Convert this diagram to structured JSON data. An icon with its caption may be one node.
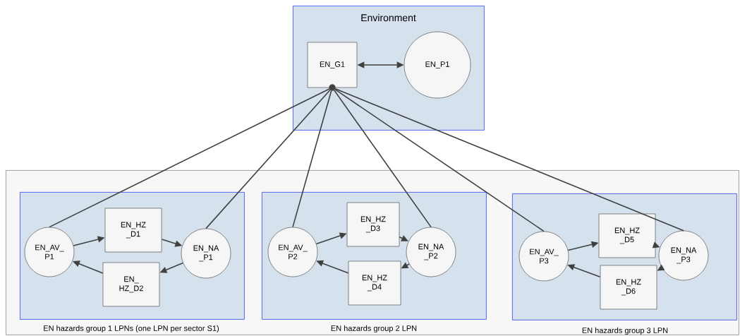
{
  "diagram": {
    "nodes": [
      {
        "text": [
          "Environment"
        ]
      },
      {
        "text": [
          "EN_G1"
        ],
        "in": 0
      },
      {
        "text": [
          "EN_P1"
        ],
        "in": 0
      },
      {
        "text": [],
        "shape": "box"
      },
      {
        "text": [
          "EN hazards group 1 LPNs (one LPN per sector S1)"
        ],
        "in": 3
      },
      {
        "text": [
          "EN_AV_ P1"
        ],
        "in": 4
      },
      {
        "text": [
          "EN_HZ _D1"
        ],
        "in": 4
      },
      {
        "text": [
          "EN_NA _P1"
        ],
        "in": 4
      },
      {
        "text": [
          "EN_ HZ_D2"
        ],
        "in": 4
      },
      {
        "text": [
          "EN hazards group 2 LPN"
        ],
        "in": 3
      },
      {
        "text": [
          "EN_AV_ P2"
        ],
        "in": 9
      },
      {
        "text": [
          "EN_HZ _D3"
        ],
        "in": 9
      },
      {
        "text": [
          "EN_NA _P2"
        ],
        "in": 9
      },
      {
        "text": [
          "EN_HZ _D4"
        ],
        "in": 9
      },
      {
        "text": [
          "EN hazards group 3 LPN"
        ],
        "in": 3
      },
      {
        "text": [
          "EN_AV_ P3"
        ],
        "in": 14
      },
      {
        "text": [
          "EN_HZ _D5"
        ],
        "in": 14
      },
      {
        "text": [
          "EN_NA _P3"
        ],
        "in": 14
      },
      {
        "text": [
          "EN_HZ _D6"
        ],
        "in": 14
      },
      {
        "text": [],
        "shape": "circle",
        "in": 0
      }
    ],
    "edges": [
      {
        "from": 1,
        "to": 2,
        "arrow": "both"
      },
      {
        "from": 19,
        "to": 5,
        "arrow": "none"
      },
      {
        "from": 19,
        "to": 7,
        "arrow": "none"
      },
      {
        "from": 19,
        "to": 10,
        "arrow": "none"
      },
      {
        "from": 19,
        "to": 12,
        "arrow": "none"
      },
      {
        "from": 19,
        "to": 15,
        "arrow": "none"
      },
      {
        "from": 19,
        "to": 17,
        "arrow": "none"
      },
      {
        "from": 5,
        "to": 6,
        "arrow": "to"
      },
      {
        "from": 6,
        "to": 7,
        "arrow": "to"
      },
      {
        "from": 7,
        "to": 8,
        "arrow": "to"
      },
      {
        "from": 8,
        "to": 5,
        "arrow": "to"
      },
      {
        "from": 10,
        "to": 11,
        "arrow": "to"
      },
      {
        "from": 11,
        "to": 12,
        "arrow": "to"
      },
      {
        "from": 12,
        "to": 13,
        "arrow": "to"
      },
      {
        "from": 13,
        "to": 10,
        "arrow": "to"
      },
      {
        "from": 15,
        "to": 16,
        "arrow": "to"
      },
      {
        "from": 16,
        "to": 17,
        "arrow": "to"
      },
      {
        "from": 17,
        "to": 18,
        "arrow": "to"
      },
      {
        "from": 18,
        "to": 15,
        "arrow": "to"
      }
    ]
  }
}
